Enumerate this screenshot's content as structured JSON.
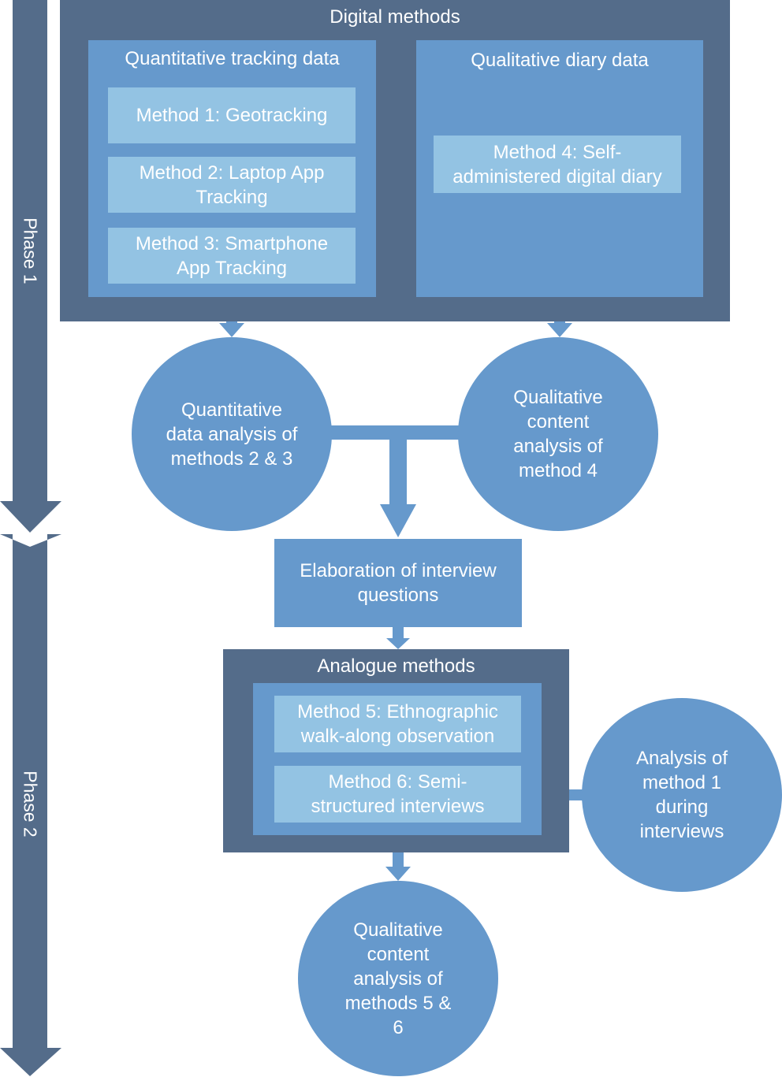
{
  "phases": {
    "phase1": "Phase 1",
    "phase2": "Phase 2"
  },
  "digital": {
    "title": "Digital methods",
    "quant": {
      "title": "Quantitative tracking data",
      "method1": "Method 1: Geotracking",
      "method2": "Method 2: Laptop App Tracking",
      "method3": "Method 3: Smartphone App Tracking"
    },
    "qual": {
      "title": "Qualitative diary data",
      "method4": "Method 4: Self-administered digital diary"
    }
  },
  "analysis": {
    "quant": "Quantitative data analysis of methods 2 & 3",
    "qual": "Qualitative content analysis of method 4",
    "method1": "Analysis of method 1 during interviews",
    "final": "Qualitative content analysis of methods 5 & 6"
  },
  "elaboration": "Elaboration of interview questions",
  "analogue": {
    "title": "Analogue methods",
    "method5": "Method 5: Ethnographic walk-along observation",
    "method6": "Method 6: Semi-structured interviews"
  },
  "colors": {
    "dark": "#546c8a",
    "mid": "#6699cc",
    "light": "#93c3e3"
  }
}
